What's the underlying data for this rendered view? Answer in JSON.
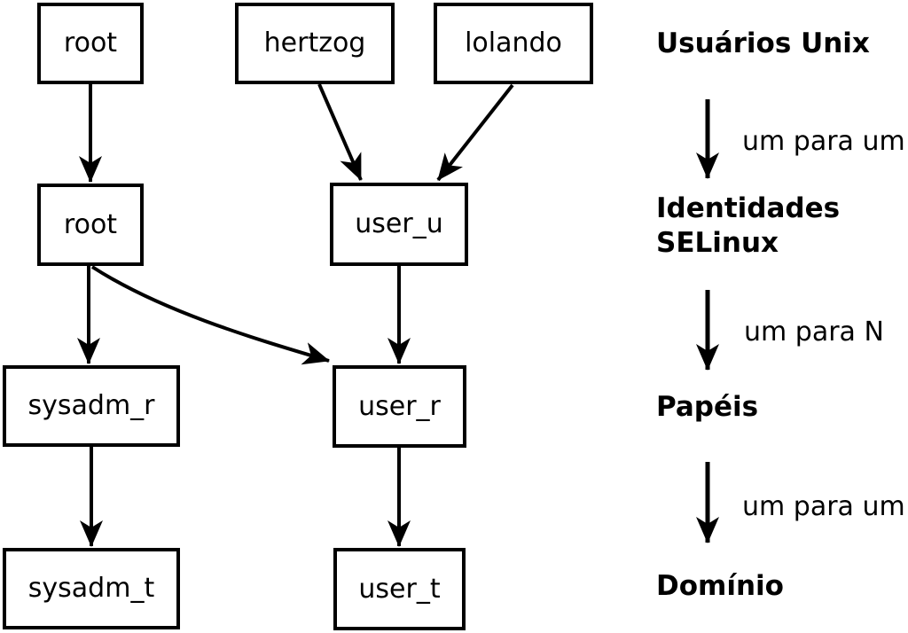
{
  "boxes": {
    "unix_root": "root",
    "unix_hertzog": "hertzog",
    "unix_lolando": "lolando",
    "selinux_root": "root",
    "selinux_user_u": "user_u",
    "role_sysadm_r": "sysadm_r",
    "role_user_r": "user_r",
    "domain_sysadm_t": "sysadm_t",
    "domain_user_t": "user_t"
  },
  "legend": {
    "level1": "Usuários Unix",
    "mapping1": "um para um",
    "level2_line1": "Identidades",
    "level2_line2": "SELinux",
    "mapping2": "um para N",
    "level3": "Papéis",
    "mapping3": "um para um",
    "level4": "Domínio"
  },
  "colors": {
    "line": "#000000",
    "background": "#ffffff"
  }
}
